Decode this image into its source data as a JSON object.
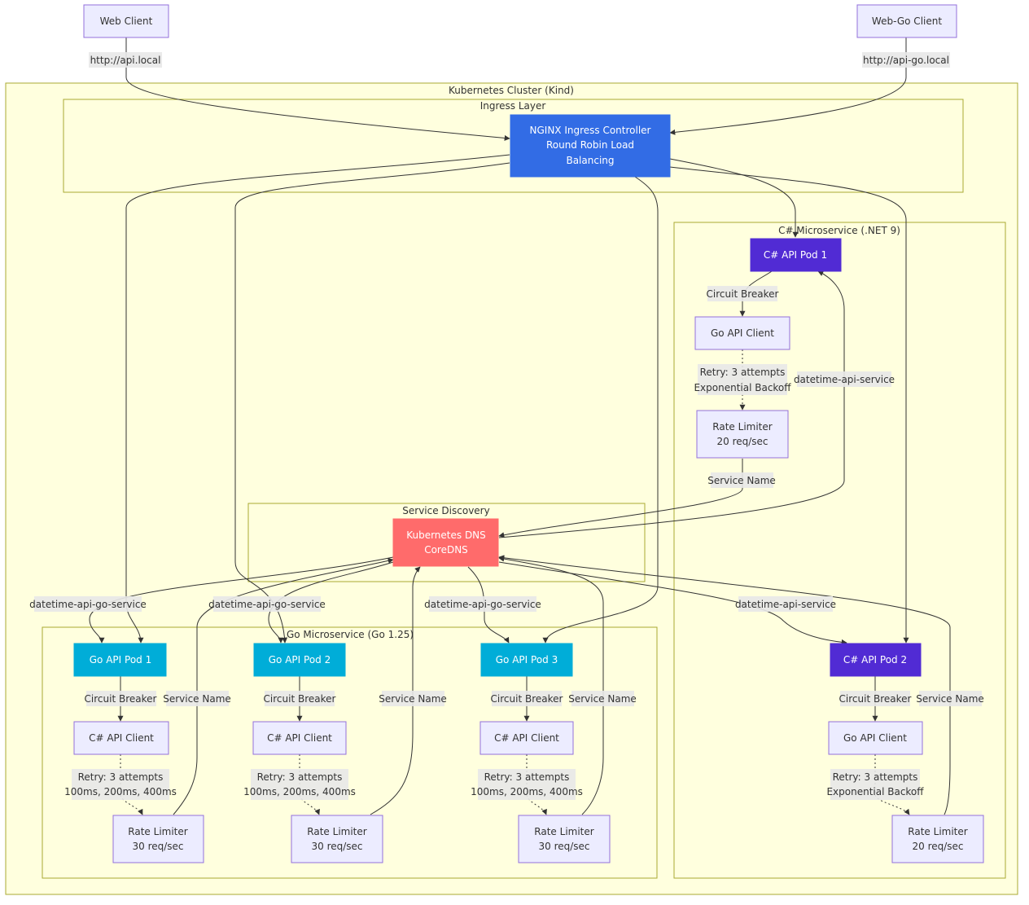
{
  "colors": {
    "default_fill": "#ececff",
    "default_stroke": "#9370db",
    "ingress_fill": "#326ce5",
    "csharp_fill": "#512bd4",
    "go_fill": "#00add8",
    "dns_fill": "#ff6b6b",
    "cluster_fill": "#ffffde",
    "cluster_stroke": "#aaaa33",
    "edge": "#333333",
    "light_text": "#ffffff",
    "dark_text": "#333333"
  },
  "clusters": {
    "k8s": "Kubernetes Cluster (Kind)",
    "ingress": "Ingress Layer",
    "csharp": "C# Microservice (.NET 9)",
    "discovery": "Service Discovery",
    "go": "Go Microservice (Go 1.25)"
  },
  "nodes": {
    "web_client": [
      "Web Client"
    ],
    "webgo_client": [
      "Web-Go Client"
    ],
    "nginx": [
      "NGINX Ingress Controller",
      "Round Robin Load",
      "Balancing"
    ],
    "cs_pod1": [
      "C# API Pod 1"
    ],
    "cs_goclient1": [
      "Go API Client"
    ],
    "cs_rate1": [
      "Rate Limiter",
      "20 req/sec"
    ],
    "dns": [
      "Kubernetes DNS",
      "CoreDNS"
    ],
    "go_pod1": [
      "Go API Pod 1"
    ],
    "go_pod2": [
      "Go API Pod 2"
    ],
    "go_pod3": [
      "Go API Pod 3"
    ],
    "cs_pod2": [
      "C# API Pod 2"
    ],
    "go_csclient1": [
      "C# API Client"
    ],
    "go_csclient2": [
      "C# API Client"
    ],
    "go_csclient3": [
      "C# API Client"
    ],
    "cs_goclient2": [
      "Go API Client"
    ],
    "go_rate1": [
      "Rate Limiter",
      "30 req/sec"
    ],
    "go_rate2": [
      "Rate Limiter",
      "30 req/sec"
    ],
    "go_rate3": [
      "Rate Limiter",
      "30 req/sec"
    ],
    "cs_rate2": [
      "Rate Limiter",
      "20 req/sec"
    ]
  },
  "edge_labels": {
    "web_to_nginx": [
      "http://api.local"
    ],
    "webgo_to_nginx": [
      "http://api-go.local"
    ],
    "cs1_circuit": [
      "Circuit Breaker"
    ],
    "cs1_retry": [
      "Retry: 3 attempts",
      "Exponential Backoff"
    ],
    "cs1_service_name": [
      "Service Name"
    ],
    "dns_to_cs1": [
      "datetime-api-service"
    ],
    "dns_to_go1": [
      "datetime-api-go-service"
    ],
    "dns_to_go2": [
      "datetime-api-go-service"
    ],
    "dns_to_go3": [
      "datetime-api-go-service"
    ],
    "dns_to_cs2": [
      "datetime-api-service"
    ],
    "go1_circuit": [
      "Circuit Breaker"
    ],
    "go2_circuit": [
      "Circuit Breaker"
    ],
    "go3_circuit": [
      "Circuit Breaker"
    ],
    "cs2_circuit": [
      "Circuit Breaker"
    ],
    "go1_service_name": [
      "Service Name"
    ],
    "go2_service_name": [
      "Service Name"
    ],
    "go3_service_name": [
      "Service Name"
    ],
    "cs2_service_name": [
      "Service Name"
    ],
    "go1_retry": [
      "Retry: 3 attempts",
      "100ms, 200ms, 400ms"
    ],
    "go2_retry": [
      "Retry: 3 attempts",
      "100ms, 200ms, 400ms"
    ],
    "go3_retry": [
      "Retry: 3 attempts",
      "100ms, 200ms, 400ms"
    ],
    "cs2_retry": [
      "Retry: 3 attempts",
      "Exponential Backoff"
    ]
  }
}
